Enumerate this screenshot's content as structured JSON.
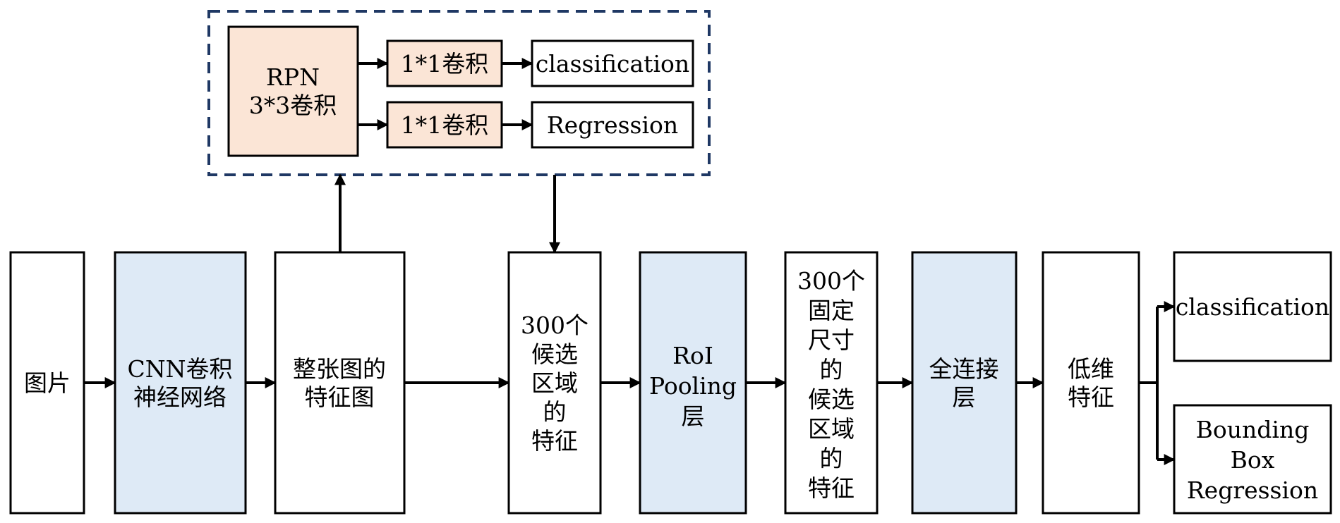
{
  "colors": {
    "blue_fill": "#deeaf6",
    "peach_fill": "#fbe5d6",
    "white_fill": "#ffffff",
    "dashed_border": "#1f3864",
    "line": "#000000"
  },
  "rpn": {
    "head": {
      "lines": [
        "RPN",
        "3*3卷积"
      ]
    },
    "conv_top": {
      "lines": [
        "1*1卷积"
      ]
    },
    "conv_bottom": {
      "lines": [
        "1*1卷积"
      ]
    },
    "classification": {
      "lines": [
        "classification"
      ]
    },
    "regression": {
      "lines": [
        "Regression"
      ]
    }
  },
  "pipeline": {
    "image": {
      "lines": [
        "图片"
      ]
    },
    "cnn": {
      "lines": [
        "CNN卷积",
        "神经网络"
      ]
    },
    "feature_map": {
      "lines": [
        "整张图的",
        "特征图"
      ]
    },
    "proposals": {
      "lines": [
        "300个",
        "候选",
        "区域",
        "的",
        "特征"
      ]
    },
    "roi_pooling": {
      "lines": [
        "RoI",
        "Pooling",
        "层"
      ]
    },
    "fixed_features": {
      "lines": [
        "300个",
        "固定",
        "尺寸",
        "的",
        "候选",
        "区域",
        "的",
        "特征"
      ]
    },
    "fc": {
      "lines": [
        "全连接",
        "层"
      ]
    },
    "low_dim": {
      "lines": [
        "低维",
        "特征"
      ]
    }
  },
  "outputs": {
    "classification": {
      "lines": [
        "classification"
      ]
    },
    "bbox_regression": {
      "lines": [
        "Bounding",
        "Box",
        "Regression"
      ]
    }
  }
}
